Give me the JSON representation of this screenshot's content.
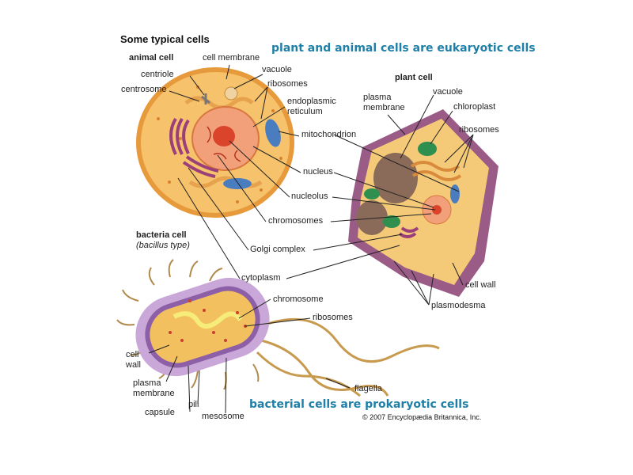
{
  "title": "Some typical cells",
  "banner_top": "plant and animal cells are eukaryotic cells",
  "banner_bottom": "bacterial cells are prokaryotic cells",
  "copyright": "© 2007 Encyclopædia Britannica, Inc.",
  "animal": {
    "heading": "animal cell",
    "labels": {
      "centriole": "centriole",
      "centrosome": "centrosome",
      "cell_membrane": "cell membrane",
      "vacuole": "vacuole",
      "ribosomes": "ribosomes",
      "er": "endoplasmic\nreticulum",
      "mitochondrion": "mitochondrion",
      "nucleus": "nucleus",
      "nucleolus": "nucleolus",
      "chromosomes": "chromosomes",
      "golgi": "Golgi complex",
      "cytoplasm": "cytoplasm"
    }
  },
  "plant": {
    "heading": "plant cell",
    "labels": {
      "plasma_membrane": "plasma\nmembrane",
      "vacuole": "vacuole",
      "chloroplast": "chloroplast",
      "ribosomes": "ribosomes",
      "cell_wall": "cell wall",
      "plasmodesma": "plasmodesma"
    }
  },
  "bacteria": {
    "heading": "bacteria cell",
    "subheading": "(bacillus type)",
    "labels": {
      "chromosome": "chromosome",
      "ribosomes": "ribosomes",
      "cell_wall": "cell\nwall",
      "plasma_membrane": "plasma\nmembrane",
      "capsule": "capsule",
      "pili": "pili",
      "mesosome": "mesosome",
      "flagella": "flagella"
    }
  },
  "colors": {
    "animal_cytoplasm": "#f6c26b",
    "animal_membrane": "#e79a3c",
    "nucleus": "#f2a07a",
    "nucleolus": "#d9442a",
    "golgi": "#9b3f7a",
    "mitochondrion": "#4a7cc0",
    "plant_wall": "#9a5b86",
    "chloroplast": "#2f8f4e",
    "bacteria_capsule": "#c9a8d9",
    "bacteria_cytoplasm": "#f3c060",
    "banner": "#1f7fa8"
  }
}
